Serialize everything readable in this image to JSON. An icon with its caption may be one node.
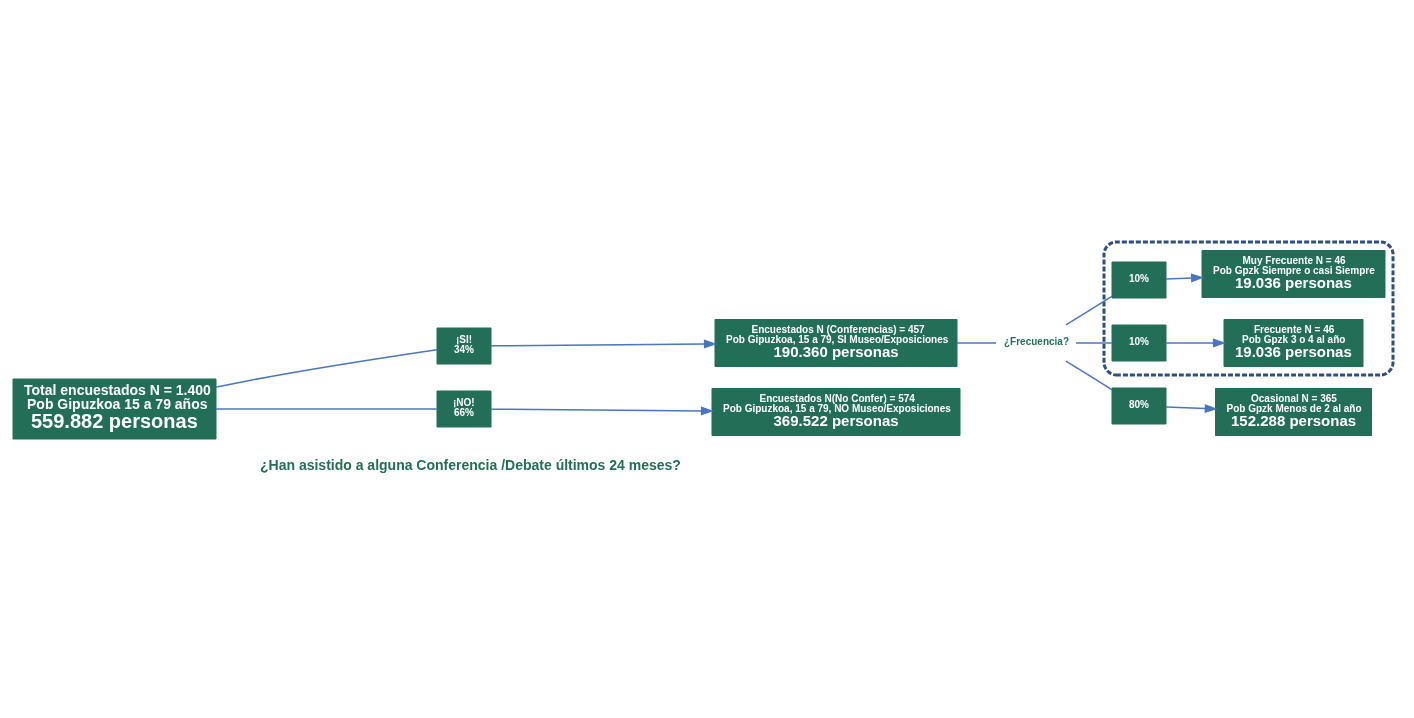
{
  "diagram": {
    "nodes": [
      {
        "text": [
          "Total encuestados N = 1.400",
          "Pob Gipuzkoa 15 a 79 años",
          "559.882 personas"
        ]
      },
      {
        "text": [
          "¡SI!",
          "34%"
        ]
      },
      {
        "text": [
          "Encuestados N (Conferencias) = 457",
          "Pob Gipuzkoa, 15 a 79, SI Museo/Exposiciones",
          "190.360 personas"
        ]
      },
      {
        "text": [
          "¡NO!",
          "66%"
        ]
      },
      {
        "text": [
          "Encuestados N(No Confer) = 574",
          "Pob Gipuzkoa, 15 a 79, NO Museo/Exposiciones",
          "369.522 personas"
        ]
      },
      {
        "text": [
          "¿Frecuencia?"
        ]
      },
      {
        "text": [],
        "shape": "box"
      },
      {
        "text": [
          "10%"
        ],
        "in": 6
      },
      {
        "text": [
          "Muy Frecuente N = 46",
          "Pob Gpzk Siempre o casi Siempre",
          "19.036 personas"
        ],
        "in": 6
      },
      {
        "text": [
          "10%"
        ],
        "in": 6
      },
      {
        "text": [
          "Frecuente N = 46",
          "Pob Gpzk 3 o 4 al año",
          "19.036 personas"
        ],
        "in": 6
      },
      {
        "text": [
          "80%"
        ]
      },
      {
        "text": [
          "Ocasional N = 365",
          "Pob Gpzk Menos de 2 al año",
          "152.288 personas"
        ]
      }
    ],
    "edges": [
      {
        "from": 0,
        "to": 1,
        "arrow": "none"
      },
      {
        "from": 1,
        "to": 2,
        "arrow": "to"
      },
      {
        "from": 0,
        "to": 3,
        "arrow": "none"
      },
      {
        "from": 3,
        "to": 4,
        "arrow": "to"
      },
      {
        "from": 2,
        "to": 5,
        "arrow": "none"
      },
      {
        "from": 5,
        "to": 7,
        "arrow": "none"
      },
      {
        "from": 7,
        "to": 8,
        "arrow": "to"
      },
      {
        "from": 5,
        "to": 9,
        "arrow": "none"
      },
      {
        "from": 9,
        "to": 10,
        "arrow": "to"
      },
      {
        "from": 5,
        "to": 11,
        "arrow": "none"
      },
      {
        "from": 11,
        "to": 12,
        "arrow": "to"
      }
    ],
    "labels": [
      "¿Han asistido a alguna Conferencia /Debate últimos 24 meses?"
    ]
  }
}
